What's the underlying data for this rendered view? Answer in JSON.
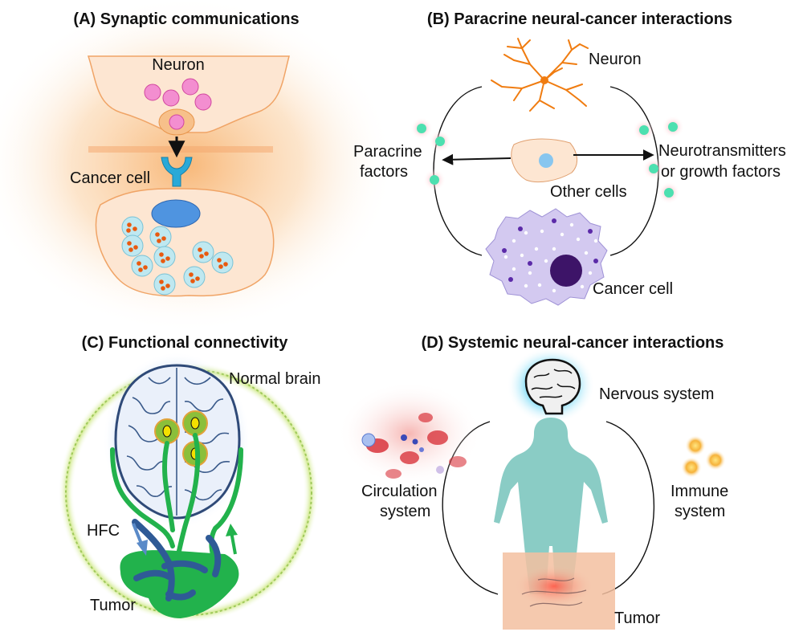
{
  "panels": {
    "a": {
      "title": "(A) Synaptic communications",
      "neuron_label": "Neuron",
      "cancer_label": "Cancer cell"
    },
    "b": {
      "title": "(B) Paracrine neural-cancer interactions",
      "neuron_label": "Neuron",
      "left_label_line1": "Paracrine",
      "left_label_line2": "factors",
      "right_label_line1": "Neurotransmitters",
      "right_label_line2": "or growth factors",
      "other_label": "Other cells",
      "cancer_label": "Cancer cell"
    },
    "c": {
      "title": "(C) Functional connectivity",
      "brain_label": "Normal brain",
      "hfc_label": "HFC",
      "tumor_label": "Tumor"
    },
    "d": {
      "title": "(D) Systemic neural-cancer interactions",
      "nervous_label": "Nervous system",
      "circ_line1": "Circulation",
      "circ_line2": "system",
      "immune_line1": "Immune",
      "immune_line2": "system",
      "tumor_label": "Tumor"
    }
  },
  "colors": {
    "orange_glow": "#f7b06a",
    "vesicle_pink": "#e86ab8",
    "receptor_blue": "#29a9d8",
    "nucleus_blue": "#4f94e0",
    "granule_orange": "#e85a10",
    "neuron_orange": "#f07c10",
    "cancer_purple": "#4b1a7a",
    "brain_outline": "#3a5a8a",
    "vessel_green": "#22b24c",
    "vessel_blue": "#2f5a96",
    "body_teal": "#7dc7bf",
    "blood_red": "#d8343c"
  }
}
